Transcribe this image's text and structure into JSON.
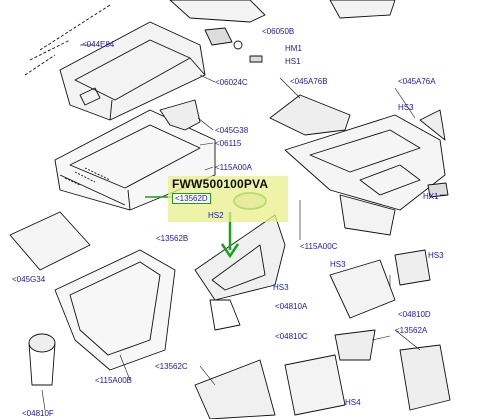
{
  "highlight": {
    "title": "FWW500100PVA",
    "part": "<13562D",
    "color": "#e9ef8a",
    "arrow_color": "#1aa01a"
  },
  "labels": [
    {
      "id": "lbl-044e84",
      "text": "<044E84"
    },
    {
      "id": "lbl-06050b",
      "text": "<06050B"
    },
    {
      "id": "lbl-hm1",
      "text": "HM1"
    },
    {
      "id": "lbl-hs1",
      "text": "HS1"
    },
    {
      "id": "lbl-06024c",
      "text": "<06024C"
    },
    {
      "id": "lbl-045a76b",
      "text": "<045A76B"
    },
    {
      "id": "lbl-045a76a",
      "text": "<045A76A"
    },
    {
      "id": "lbl-hs3-top",
      "text": "HS3"
    },
    {
      "id": "lbl-045g38",
      "text": "<045G38"
    },
    {
      "id": "lbl-06115",
      "text": "<06115"
    },
    {
      "id": "lbl-115a00a",
      "text": "<115A00A"
    },
    {
      "id": "lbl-hs2",
      "text": "HS2"
    },
    {
      "id": "lbl-hx1",
      "text": "HX1"
    },
    {
      "id": "lbl-13562b",
      "text": "<13562B"
    },
    {
      "id": "lbl-115a00c",
      "text": "<115A00C"
    },
    {
      "id": "lbl-hs3-right",
      "text": "HS3"
    },
    {
      "id": "lbl-045g34",
      "text": "<045G34"
    },
    {
      "id": "lbl-hs3-mid",
      "text": "HS3"
    },
    {
      "id": "lbl-hs3-low",
      "text": "HS3"
    },
    {
      "id": "lbl-04810a",
      "text": "<04810A"
    },
    {
      "id": "lbl-04810d",
      "text": "<04810D"
    },
    {
      "id": "lbl-04810c",
      "text": "<04810C"
    },
    {
      "id": "lbl-13562a",
      "text": "<13562A"
    },
    {
      "id": "lbl-115a00b",
      "text": "<115A00B"
    },
    {
      "id": "lbl-13562c",
      "text": "<13562C"
    },
    {
      "id": "lbl-hs4",
      "text": "HS4"
    },
    {
      "id": "lbl-04810f",
      "text": "<04810F"
    }
  ]
}
